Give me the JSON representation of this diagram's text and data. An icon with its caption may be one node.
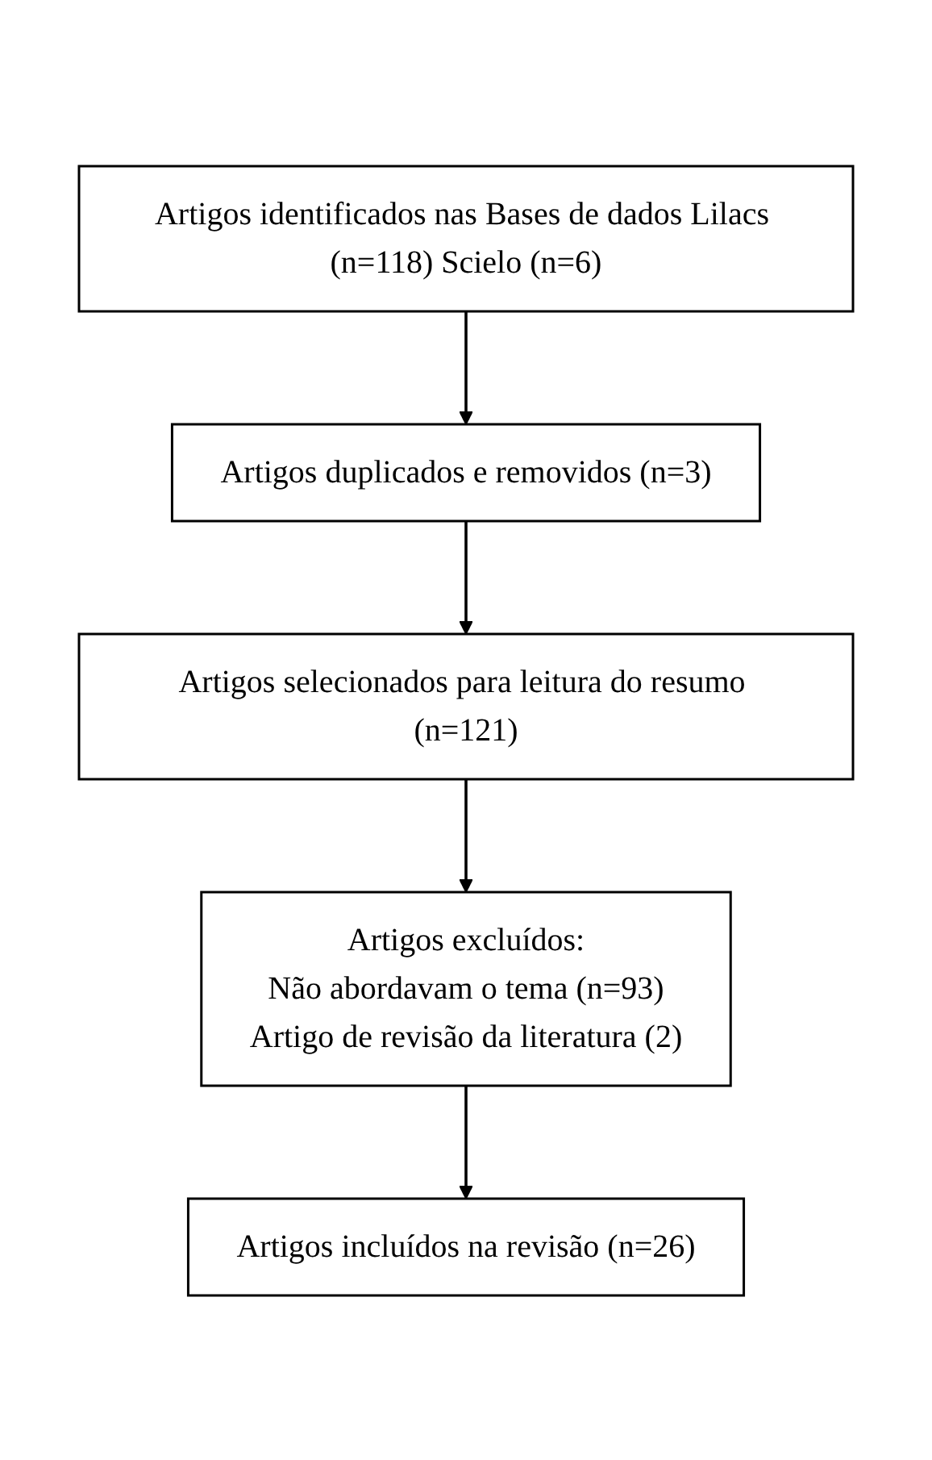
{
  "diagram": {
    "nodes": [
      {
        "text": [
          "Artigos identificados nas Bases de dados Lilacs (n=118) Scielo (n=6)"
        ]
      },
      {
        "text": [
          "Artigos duplicados e removidos (n=3)"
        ]
      },
      {
        "text": [
          "Artigos selecionados para leitura do resumo (n=121)"
        ]
      },
      {
        "text": [
          "Artigos excluídos:",
          "Não abordavam o tema (n=93)",
          "Artigo de revisão da literatura (2)"
        ]
      },
      {
        "text": [
          "Artigos incluídos na revisão (n=26)"
        ]
      }
    ],
    "edges": [
      {
        "from": 0,
        "to": 1,
        "arrow": "to"
      },
      {
        "from": 1,
        "to": 2,
        "arrow": "to"
      },
      {
        "from": 2,
        "to": 3,
        "arrow": "to"
      },
      {
        "from": 3,
        "to": 4,
        "arrow": "to"
      }
    ]
  }
}
